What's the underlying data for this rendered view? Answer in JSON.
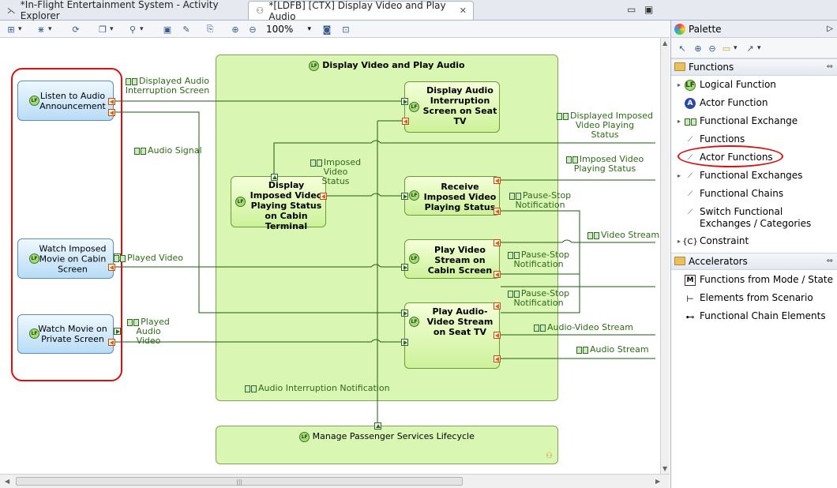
{
  "tabs": [
    {
      "label": "*In-Flight Entertainment System - Activity Explorer",
      "active": false
    },
    {
      "label": "*[LDFB] [CTX] Display Video and Play Audio",
      "active": true
    }
  ],
  "toolbar": {
    "zoom": "100%"
  },
  "palette": {
    "title": "Palette",
    "drawers": [
      {
        "label": "Functions",
        "items": [
          {
            "label": "Logical Function",
            "icon": "lf-icon",
            "expandable": true
          },
          {
            "label": "Actor Function",
            "icon": "actor-icon",
            "expandable": false
          },
          {
            "label": "Functional Exchange",
            "icon": "exchange-icon",
            "expandable": true
          },
          {
            "label": "Functions",
            "icon": "link-icon",
            "expandable": false
          },
          {
            "label": "Actor Functions",
            "icon": "link-icon",
            "expandable": false
          },
          {
            "label": "Functional Exchanges",
            "icon": "link-icon",
            "expandable": true
          },
          {
            "label": "Functional Chains",
            "icon": "link-icon",
            "expandable": false
          },
          {
            "label": "Switch Functional Exchanges / Categories",
            "icon": "link-icon",
            "expandable": false
          },
          {
            "label": "Constraint",
            "icon": "constraint-icon",
            "expandable": true
          }
        ]
      },
      {
        "label": "Accelerators",
        "items": [
          {
            "label": "Functions from Mode / State",
            "icon": "mode-icon"
          },
          {
            "label": "Elements from Scenario",
            "icon": "scenario-icon"
          },
          {
            "label": "Functional Chain Elements",
            "icon": "chain-icon"
          }
        ]
      }
    ]
  },
  "diagram": {
    "container_title": "Display Video and Play Audio",
    "lower_container_title": "Manage Passenger Services Lifecycle",
    "actor_functions": [
      {
        "label": "Listen to Audio Announcement"
      },
      {
        "label": "Watch Imposed Movie on Cabin Screen"
      },
      {
        "label": "Watch Movie on Private Screen"
      }
    ],
    "functions": [
      {
        "label": "Display Audio Interruption Screen on Seat TV"
      },
      {
        "label": "Display Imposed Video Playing Status on Cabin Terminal"
      },
      {
        "label": "Receive Imposed Video Playing Status"
      },
      {
        "label": "Play Video Stream on Cabin Screen"
      },
      {
        "label": "Play Audio-Video Stream on Seat TV"
      }
    ],
    "exchanges": {
      "displayed_audio": "Displayed Audio\nInterruption Screen",
      "audio_signal": "Audio Signal",
      "imposed_status": "Imposed\nVideo\nStatus",
      "displayed_imposed": "Displayed Imposed\nVideo Playing\nStatus",
      "imposed_playing": "Imposed Video\nPlaying Status",
      "pause_stop_1": "Pause-Stop\nNotification",
      "video_stream": "Video Stream",
      "played_video": "Played Video",
      "pause_stop_2": "Pause-Stop\nNotification",
      "pause_stop_3": "Pause-Stop\nNotification",
      "played_audio": "Played Audio\nVideo",
      "audio_video_stream": "Audio-Video Stream",
      "audio_stream": "Audio Stream",
      "audio_interruption": "Audio Interruption Notification"
    }
  }
}
